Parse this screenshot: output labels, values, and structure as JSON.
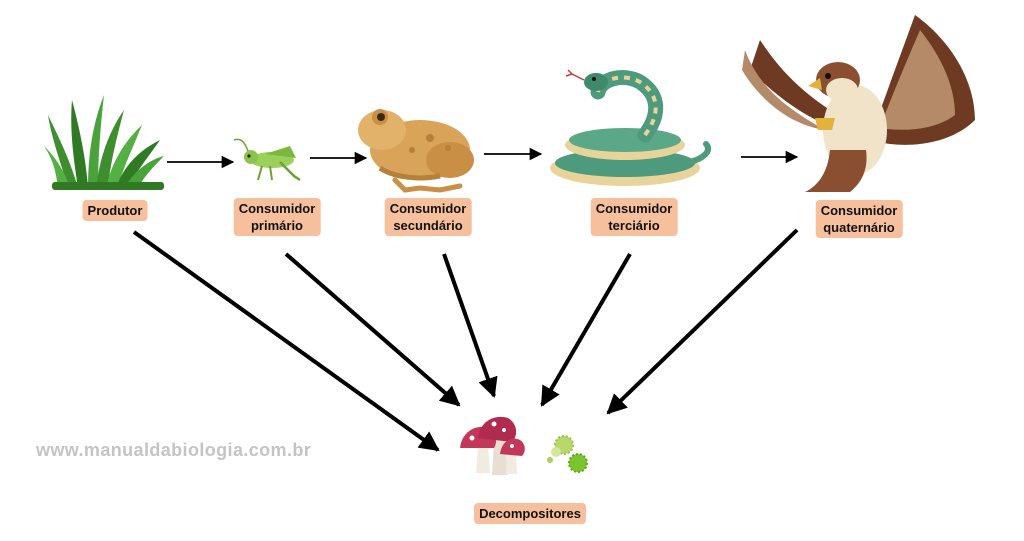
{
  "levels": [
    {
      "id": "produtor",
      "label": "Produtor",
      "icon": "grass-icon"
    },
    {
      "id": "primario",
      "label": "Consumidor\nprimário",
      "icon": "grasshopper-icon"
    },
    {
      "id": "secundario",
      "label": "Consumidor\nsecundário",
      "icon": "frog-icon"
    },
    {
      "id": "terciario",
      "label": "Consumidor\nterciário",
      "icon": "snake-icon"
    },
    {
      "id": "quaternario",
      "label": "Consumidor\nquaternário",
      "icon": "hawk-icon"
    }
  ],
  "decomposers": {
    "label": "Decompositores",
    "icons": [
      "mushroom-icon",
      "bacteria-icon"
    ]
  },
  "watermark": "www.manualdabiologia.com.br",
  "colors": {
    "label_bg": "#f6c09c",
    "arrow": "#000000",
    "watermark": "#c4c4c4"
  }
}
